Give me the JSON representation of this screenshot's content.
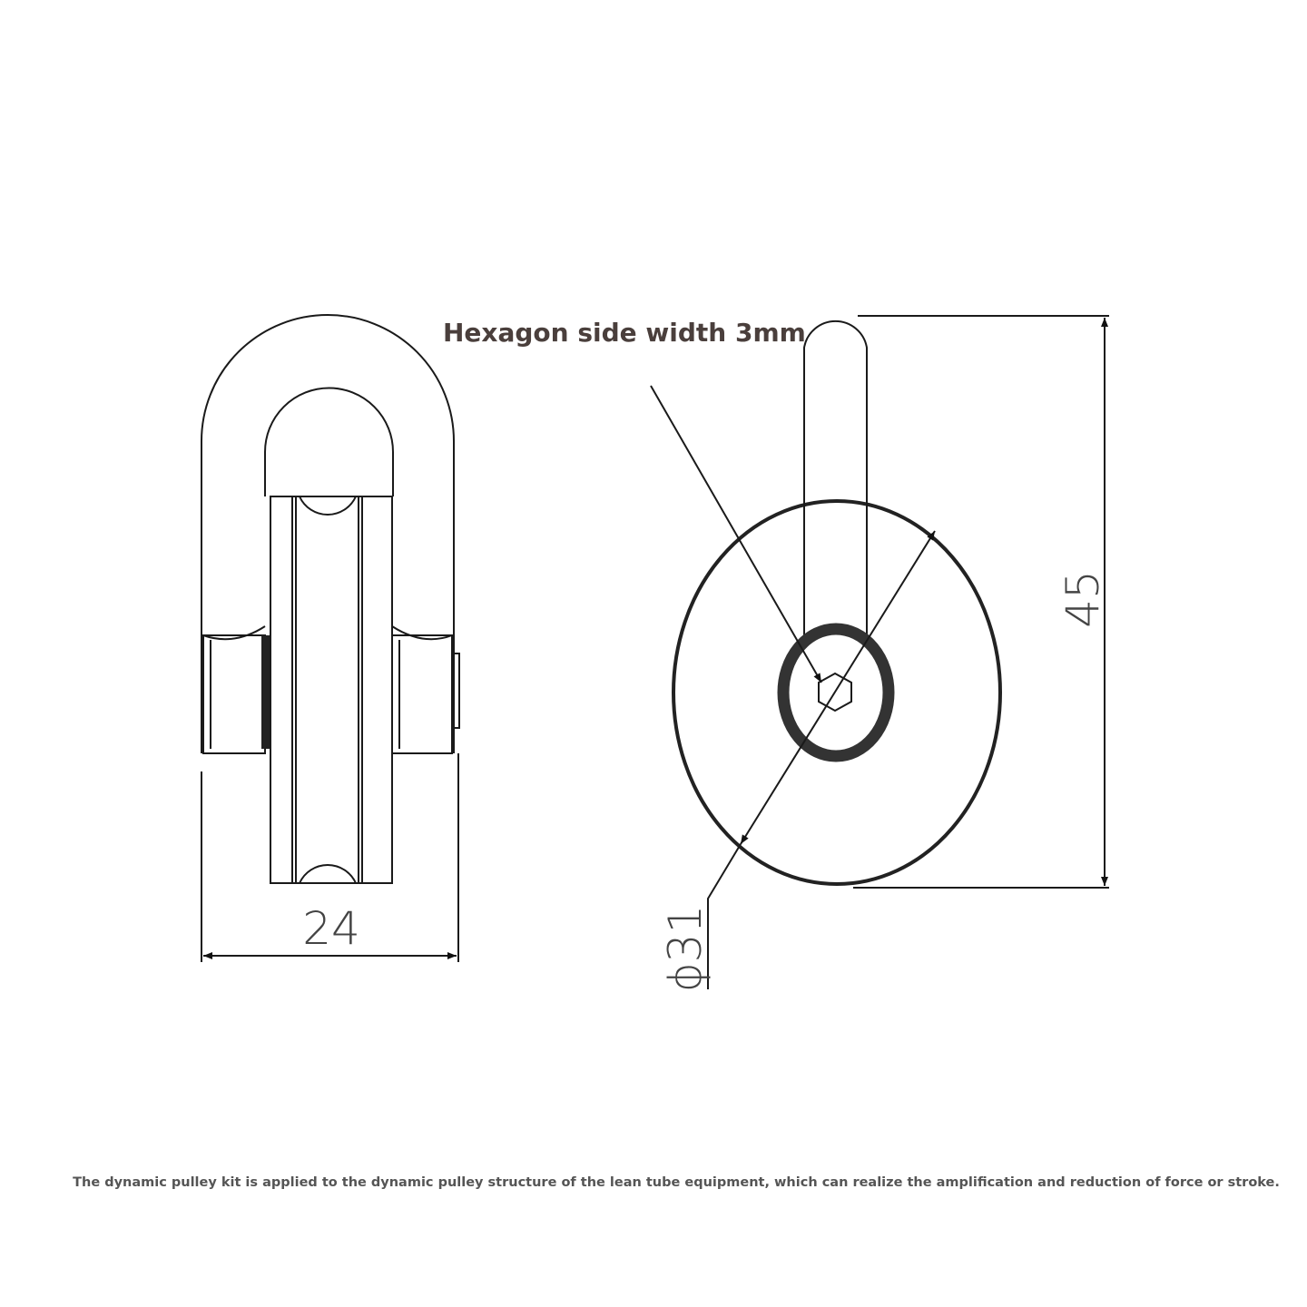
{
  "annotation": {
    "hexagon_label": "Hexagon side width 3mm"
  },
  "dimensions": {
    "width": "24",
    "height": "45",
    "diameter": "ϕ31"
  },
  "caption": "The dynamic pulley kit is applied to the dynamic pulley structure of the lean tube equipment, which can realize the amplification and reduction of force or stroke.",
  "colors": {
    "line": "#1a1a1a",
    "text": "#4a3f3c"
  }
}
